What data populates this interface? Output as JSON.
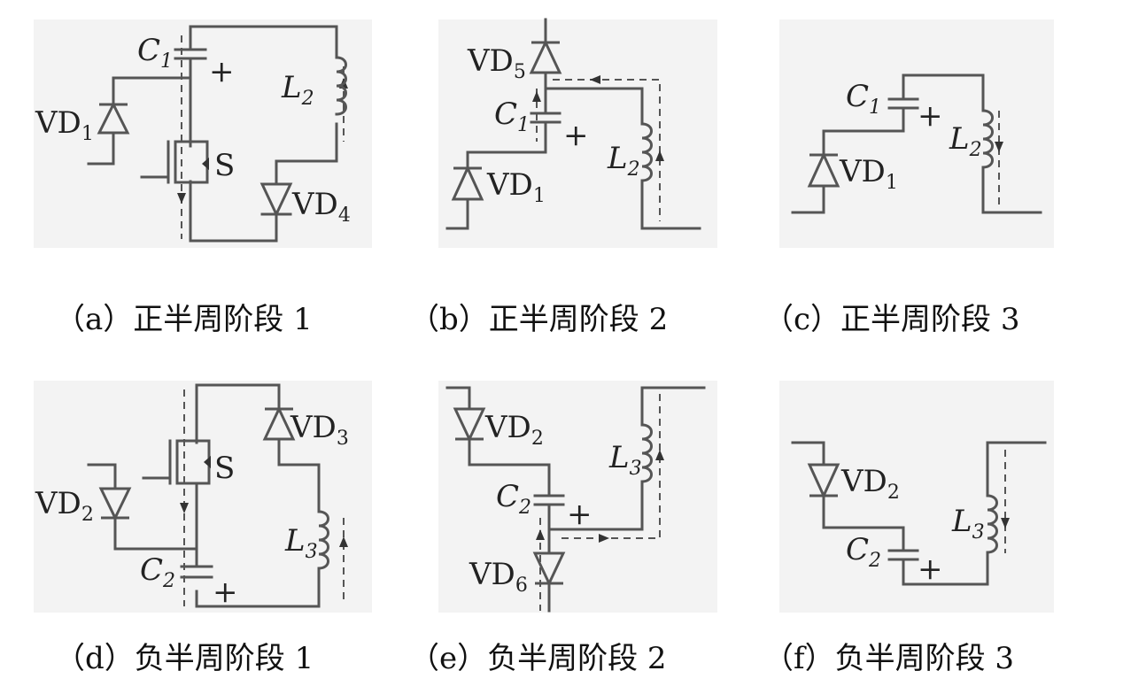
{
  "panels": [
    {
      "id": "a",
      "caption": "（a）正半周阶段 1"
    },
    {
      "id": "b",
      "caption": "（b）正半周阶段 2"
    },
    {
      "id": "c",
      "caption": "（c）正半周阶段 3"
    },
    {
      "id": "d",
      "caption": "（d）负半周阶段 1"
    },
    {
      "id": "e",
      "caption": "（e）负半周阶段 2"
    },
    {
      "id": "f",
      "caption": "（f）负半周阶段 3"
    }
  ],
  "labels": {
    "C1": "C",
    "C1_sub": "1",
    "C2": "C",
    "C2_sub": "2",
    "L2": "L",
    "L2_sub": "2",
    "L3": "L",
    "L3_sub": "3",
    "VD": "VD",
    "VD1_sub": "1",
    "VD2_sub": "2",
    "VD3_sub": "3",
    "VD4_sub": "4",
    "VD5_sub": "5",
    "VD6_sub": "6",
    "S": "S",
    "plus": "+"
  }
}
